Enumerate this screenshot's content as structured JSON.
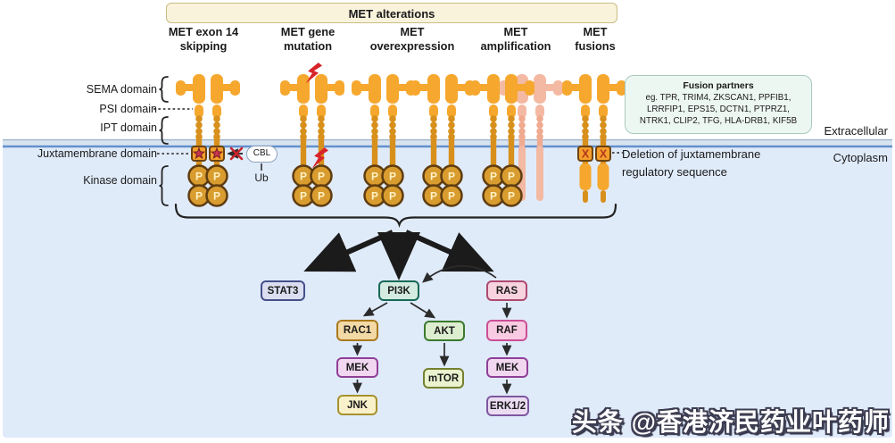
{
  "banner": {
    "title": "MET alterations"
  },
  "columns": [
    {
      "line1": "MET exon 14",
      "line2": "skipping"
    },
    {
      "line1": "MET gene",
      "line2": "mutation"
    },
    {
      "line1": "MET",
      "line2": "overexpression"
    },
    {
      "line1": "MET",
      "line2": "amplification"
    },
    {
      "line1": "MET",
      "line2": "fusions"
    }
  ],
  "domains": {
    "sema": "SEMA domain",
    "psi": "PSI domain",
    "ipt": "IPT domain",
    "juxtamembrane": "Juxtamembrane domain",
    "kinase": "Kinase domain"
  },
  "compartments": {
    "extracellular": "Extracellular",
    "cytoplasm": "Cytoplasm"
  },
  "fusion_partners": {
    "title": "Fusion partners",
    "line1": "eg. TPR, TRIM4, ZKSCAN1, PPFIB1,",
    "line2": "LRRFIP1, EPS15, DCTN1, PTPRZ1,",
    "line3": "NTRK1, CLIP2, TFG, HLA-DRB1, KIF5B"
  },
  "annotations": {
    "cbl": "CBL",
    "ub": "Ub",
    "deletion_line1": "Deletion of juxtamembrane",
    "deletion_line2": "regulatory sequence"
  },
  "receptor": {
    "phospho": "P",
    "deletion_x": "X"
  },
  "pathway": {
    "stat3": "STAT3",
    "pi3k": "PI3K",
    "ras": "RAS",
    "rac1": "RAC1",
    "akt": "AKT",
    "raf": "RAF",
    "mek1": "MEK",
    "mtor": "mTOR",
    "mek2": "MEK",
    "jnk": "JNK",
    "erk": "ERK1/2"
  },
  "watermark": "头条 @香港济民药业叶药师",
  "colors": {
    "receptor-main": "#F6A72E",
    "receptor-shade": "#D8901C",
    "receptor-pink": "#F4B9A3",
    "receptor-pink-shade": "#EFAA90",
    "kinase-fill": "#D99C2F",
    "kinase-stroke": "#5F3D10",
    "phospho-text": "#FFF2C6",
    "membrane-fill": "#D9E4F1",
    "membrane-top": "#9FB2C8",
    "membrane-bottom": "#6390CB",
    "cytoplasm": "#E0EBFA",
    "banner-bg": "#F9F3DC",
    "banner-border": "#C9BC84",
    "fusionbox-bg": "#EDF7F2",
    "fusionbox-border": "#A8C9BE",
    "bolt": "#D8232A",
    "star": "#C9344E",
    "jmbox-bg": "#F49F2B",
    "jmbox-border": "#6B4210",
    "x-text": "#B4351C",
    "arrow": "#2B2B2B",
    "stat3-bg": "#DBDEF0",
    "stat3-bd": "#43508A",
    "pi3k-bg": "#D3EBE0",
    "pi3k-bd": "#166857",
    "ras-bg": "#F7D3E0",
    "ras-bd": "#AD4A70",
    "rac1-bg": "#F2D9A6",
    "rac1-bd": "#AA791B",
    "akt-bg": "#DDEDCF",
    "akt-bd": "#3A7A2E",
    "raf-bg": "#F9CBE2",
    "raf-bd": "#CC4F96",
    "mek-bg": "#F2D7F0",
    "mek-bd": "#8F3F97",
    "mtor-bg": "#EAF2CE",
    "mtor-bd": "#75802F",
    "jnk-bg": "#F8F1C9",
    "jnk-bd": "#A6922E",
    "erk-bg": "#EBDCF2",
    "erk-bd": "#7E57A0"
  }
}
